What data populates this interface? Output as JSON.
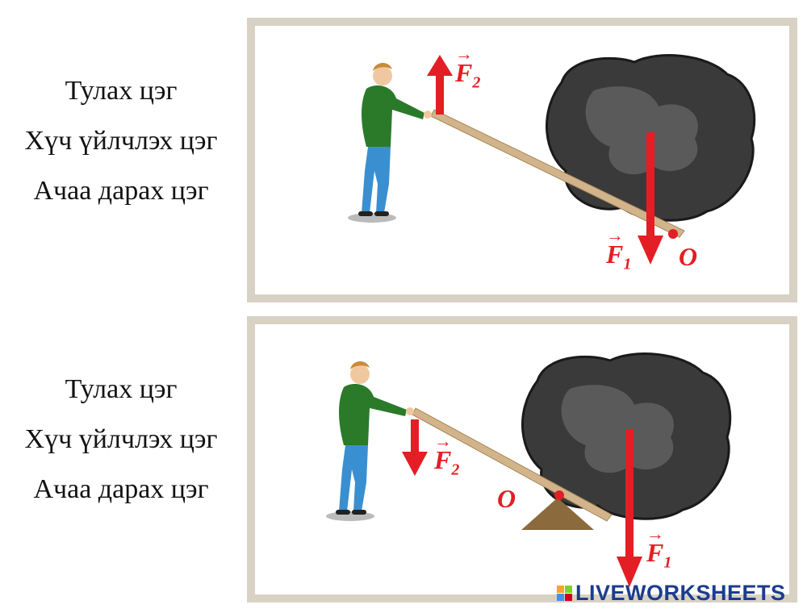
{
  "labels_top": [
    "Тулах цэг",
    "Хүч үйлчлэх цэг",
    "Ачаа дарах цэг"
  ],
  "labels_bottom": [
    "Тулах цэг",
    "Хүч үйлчлэх цэг",
    "Ачаа дарах цэг"
  ],
  "diagram_top": {
    "force_applied": "F",
    "force_applied_sub": "2",
    "force_load": "F",
    "force_load_sub": "1",
    "pivot": "O"
  },
  "diagram_bottom": {
    "force_applied": "F",
    "force_applied_sub": "2",
    "force_load": "F",
    "force_load_sub": "1",
    "pivot": "O"
  },
  "vector_arrow": "→",
  "brand": "LIVEWORKSHEETS",
  "colors": {
    "force": "#e31e24",
    "lever": "#d2b48c",
    "rock": "#3a3a3a",
    "frame": "#d8d2c4",
    "brand": "#1d3c8f"
  }
}
